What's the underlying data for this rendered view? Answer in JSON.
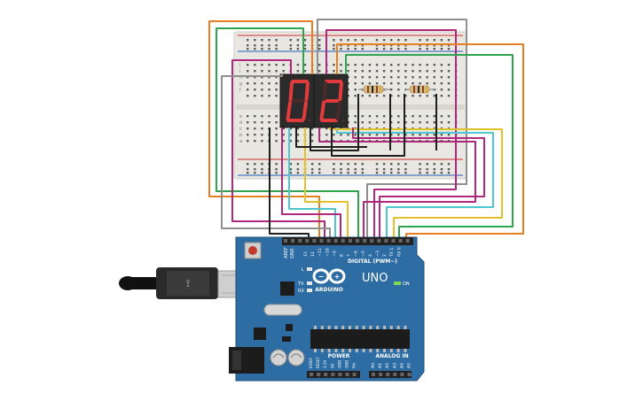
{
  "colors": {
    "background": "#ffffff",
    "breadboard": "#e9e7e1",
    "breadboard_rail_red": "#d32f2f",
    "breadboard_rail_blue": "#1e5fbf",
    "arduino_board": "#2d6da3",
    "arduino_dark": "#1f4f7a",
    "display_body": "#2b2b2b",
    "segment_on": "#e23b3b",
    "segment_off": "#4a2a2a",
    "header_black": "#222222",
    "resistor_body": "#d8b98a",
    "usb_silver": "#cfcfcf",
    "wire_orange": "#e67e22",
    "wire_green": "#2ea44f",
    "wire_magenta": "#b0287e",
    "wire_gray": "#8f8f8f",
    "wire_black": "#1e1e1e",
    "wire_yellow": "#e3c12a",
    "wire_cyan": "#4fc6cf"
  },
  "display": {
    "digit_left": "0",
    "digit_right": "2"
  },
  "arduino": {
    "brand": "ARDUINO",
    "model": "UNO",
    "digital_label": "DIGITAL (PWM~)",
    "power_label": "POWER",
    "analog_label": "ANALOG IN",
    "on_label": "ON",
    "l_label": "L",
    "tx_label": "TX",
    "rx_label": "RX",
    "aref_label": "AREF",
    "gnd_label": "GND",
    "digital_pins": [
      "13",
      "12",
      "~11",
      "~10",
      "~9",
      "8",
      "7",
      "~6",
      "~5",
      "4",
      "~3",
      "2",
      "TX 1",
      "RX 0"
    ],
    "power_pins": [
      "IOREF",
      "RESET",
      "3.3V",
      "5V",
      "GND",
      "GND",
      "Vin"
    ],
    "analog_pins": [
      "A0",
      "A1",
      "A2",
      "A3",
      "A4",
      "A5"
    ]
  },
  "breadboard": {
    "row_letters_top": [
      "j",
      "i",
      "h",
      "g",
      "f"
    ],
    "row_letters_bottom": [
      "e",
      "d",
      "c",
      "b",
      "a"
    ]
  }
}
